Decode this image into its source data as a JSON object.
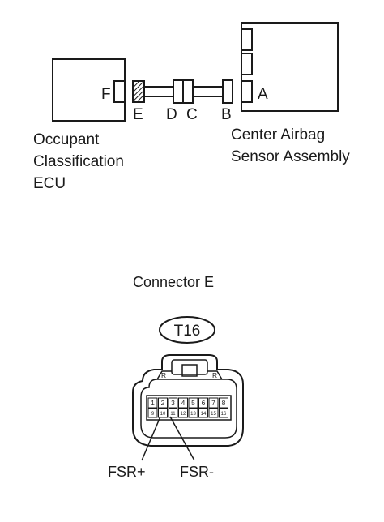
{
  "wiring": {
    "ecu_label_lines": [
      "Occupant",
      "Classification",
      "ECU"
    ],
    "sensor_label_lines": [
      "Center Airbag",
      "Sensor Assembly"
    ],
    "connectors": {
      "F": "F",
      "E": "E",
      "D": "D",
      "C": "C",
      "B": "B",
      "A": "A"
    }
  },
  "connector_view": {
    "title": "Connector E",
    "code": "T16",
    "pins_top": [
      "1",
      "2",
      "3",
      "4",
      "5",
      "6",
      "7",
      "8"
    ],
    "pins_bottom": [
      "9",
      "10",
      "11",
      "12",
      "13",
      "14",
      "15",
      "16"
    ],
    "terminals": {
      "fsr_plus": "FSR+",
      "fsr_minus": "FSR-"
    }
  }
}
